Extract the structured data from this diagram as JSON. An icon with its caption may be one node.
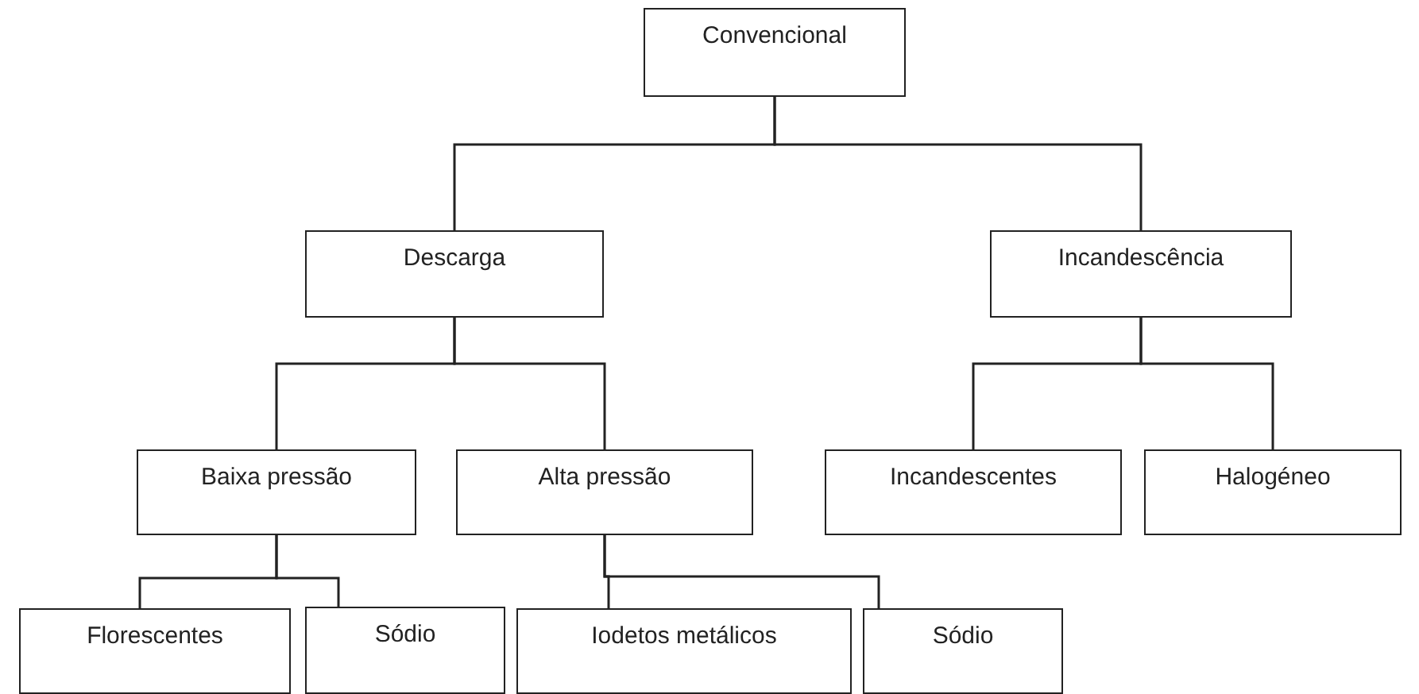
{
  "diagram": {
    "nodes": [
      {
        "text": [
          "Convencional"
        ]
      },
      {
        "text": [
          "Descarga"
        ]
      },
      {
        "text": [
          "Incandescência"
        ]
      },
      {
        "text": [
          "Baixa pressão"
        ]
      },
      {
        "text": [
          "Alta pressão"
        ]
      },
      {
        "text": [
          "Incandescentes"
        ]
      },
      {
        "text": [
          "Halogéneo"
        ]
      },
      {
        "text": [
          "Florescentes"
        ]
      },
      {
        "text": [
          "Sódio"
        ]
      },
      {
        "text": [
          "Iodetos metálicos"
        ]
      },
      {
        "text": [
          "Sódio"
        ]
      }
    ],
    "edges": [
      {
        "from": 0,
        "to": 1,
        "arrow": "none"
      },
      {
        "from": 0,
        "to": 2,
        "arrow": "none"
      },
      {
        "from": 1,
        "to": 3,
        "arrow": "none"
      },
      {
        "from": 1,
        "to": 4,
        "arrow": "none"
      },
      {
        "from": 2,
        "to": 5,
        "arrow": "none"
      },
      {
        "from": 2,
        "to": 6,
        "arrow": "none"
      },
      {
        "from": 3,
        "to": 7,
        "arrow": "none"
      },
      {
        "from": 3,
        "to": 8,
        "arrow": "none"
      },
      {
        "from": 4,
        "to": 9,
        "arrow": "none"
      },
      {
        "from": 4,
        "to": 10,
        "arrow": "none"
      }
    ]
  }
}
